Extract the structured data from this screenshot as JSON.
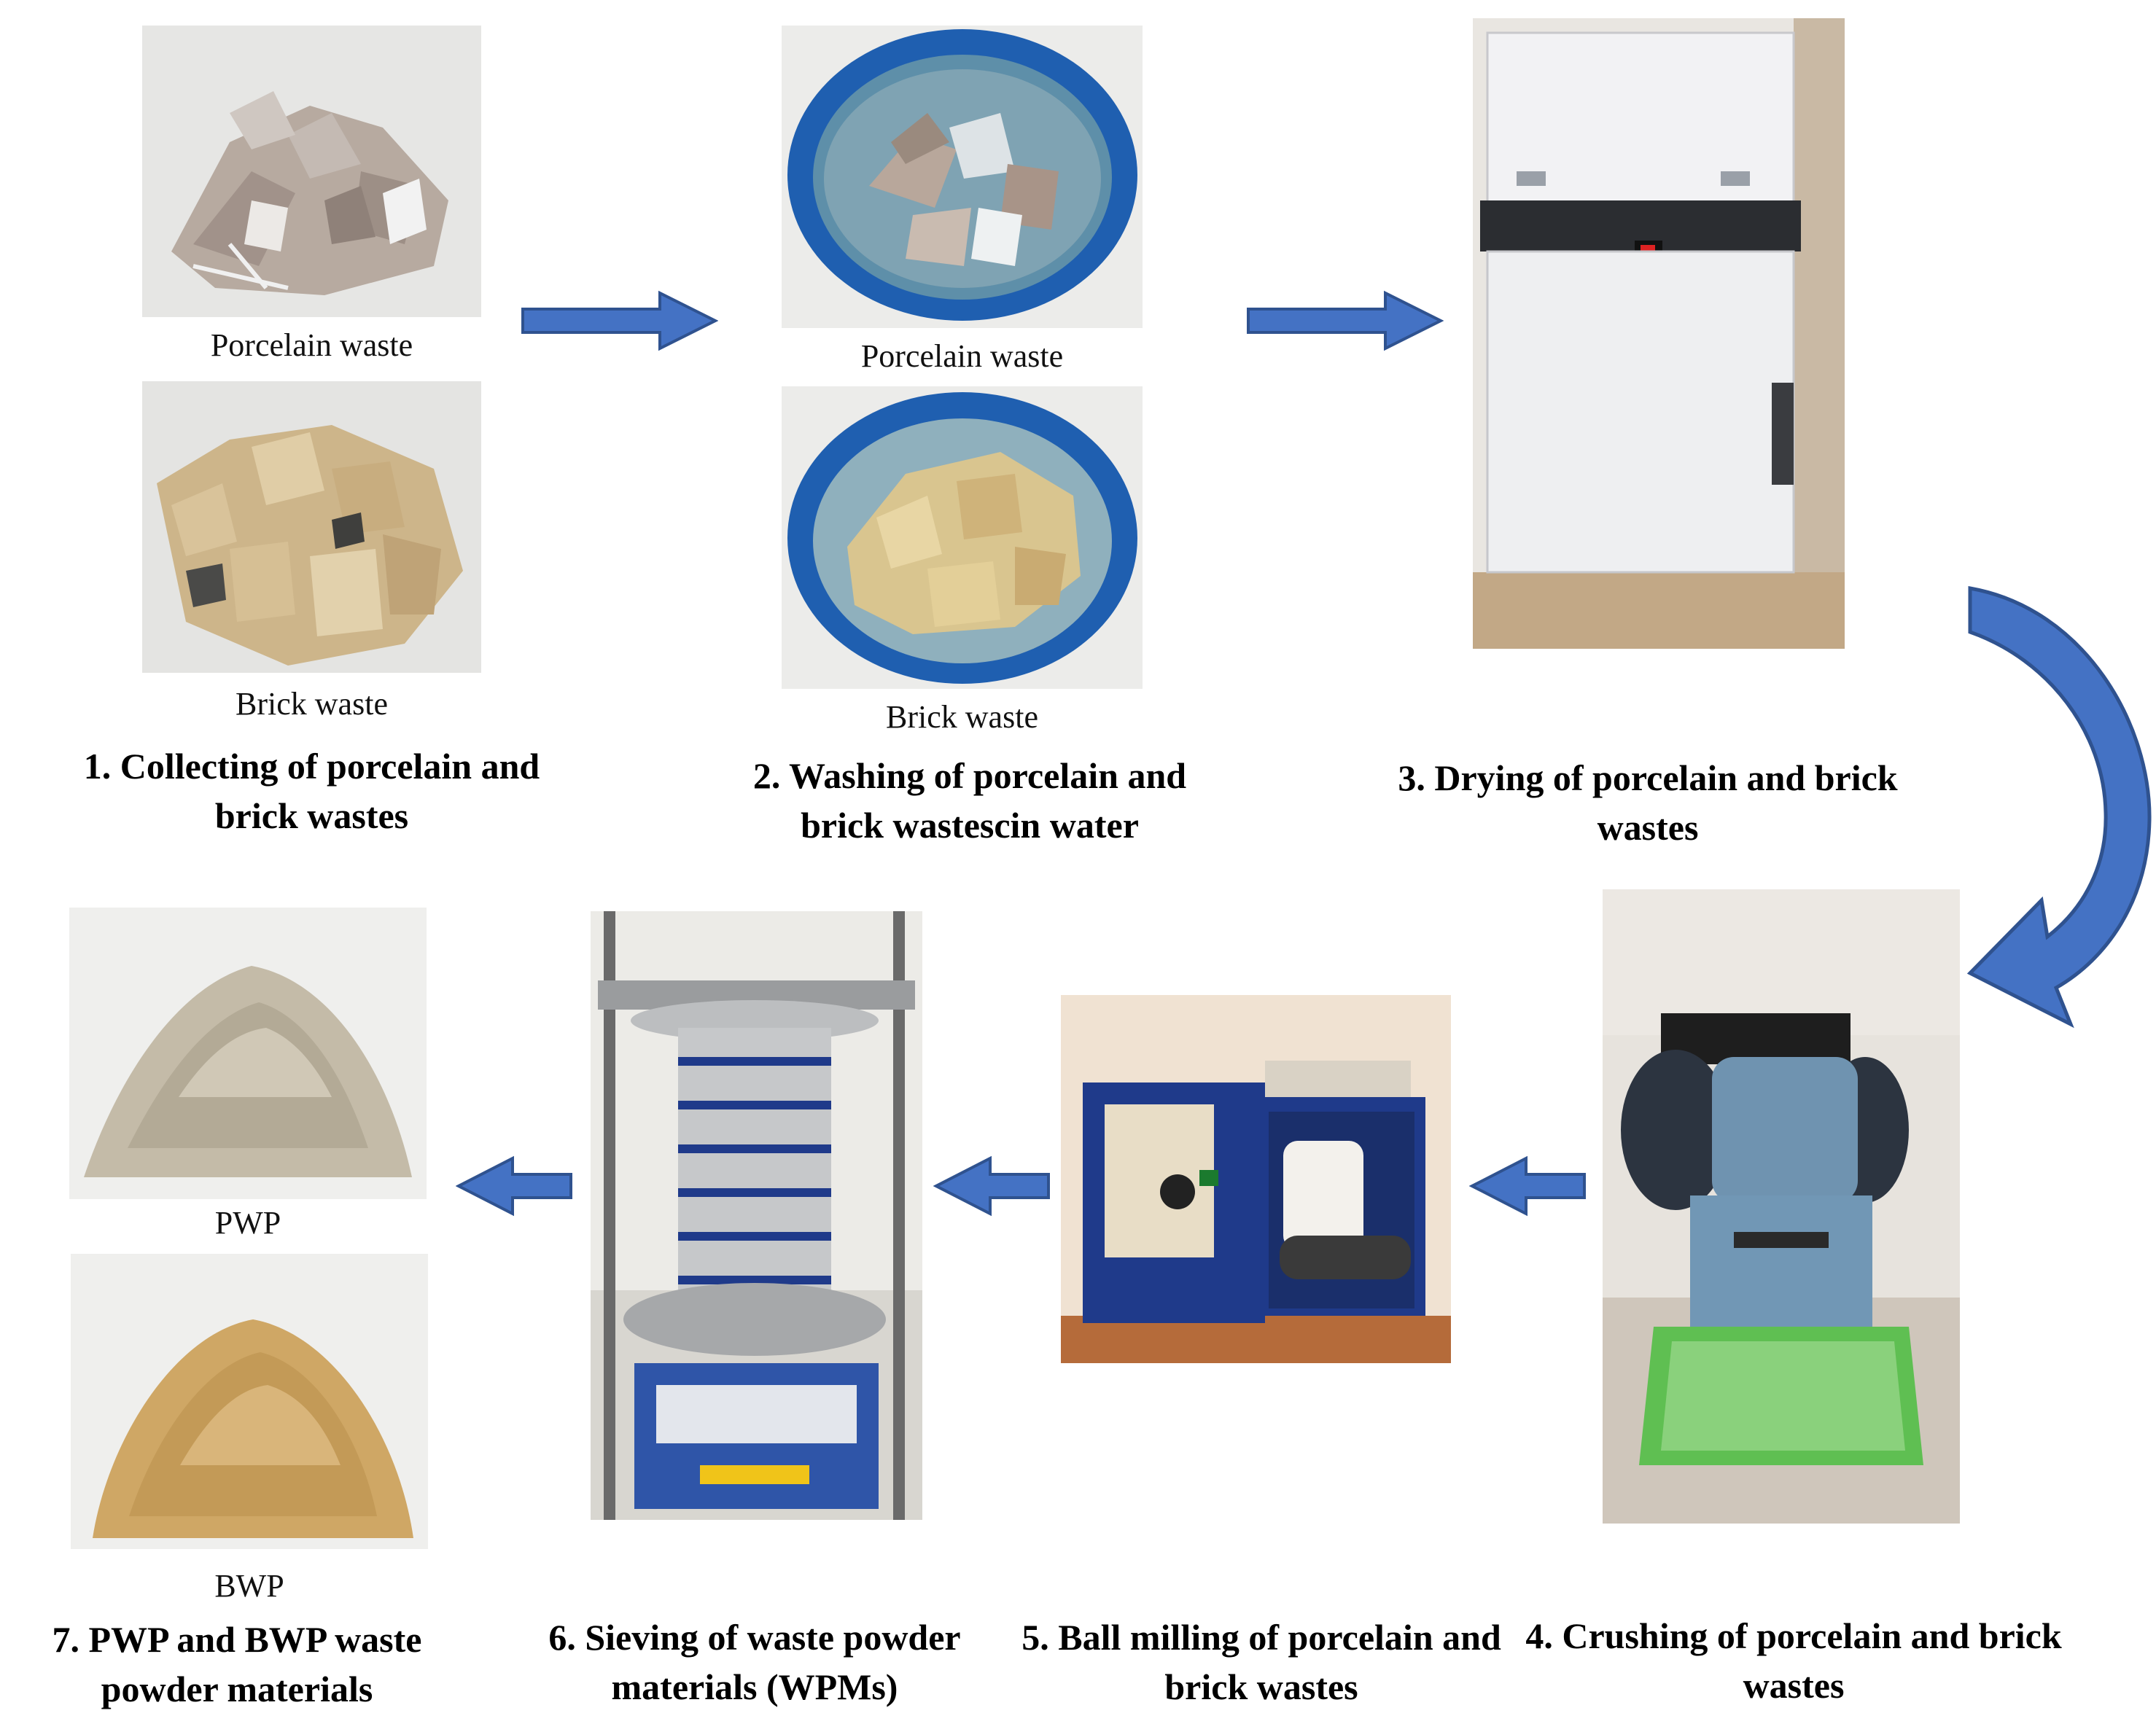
{
  "captions": {
    "porcelain_1": "Porcelain waste",
    "brick_1": "Brick waste",
    "porcelain_2": "Porcelain waste",
    "brick_2": "Brick waste",
    "pwp": "PWP",
    "bwp": "BWP"
  },
  "steps": {
    "s1": "1. Collecting of porcelain and brick wastes",
    "s2": "2. Washing of porcelain and brick wastescin water",
    "s3": "3. Drying of porcelain and brick wastes",
    "s4": "4. Crushing of  porcelain and brick wastes",
    "s5": "5. Ball milling of porcelain and brick wastes",
    "s6": "6. Sieving of waste powder materials (WPMs)",
    "s7": "7. PWP and BWP waste powder materials"
  },
  "colors": {
    "arrow_fill": "#4472c4",
    "arrow_stroke": "#2f528f"
  }
}
